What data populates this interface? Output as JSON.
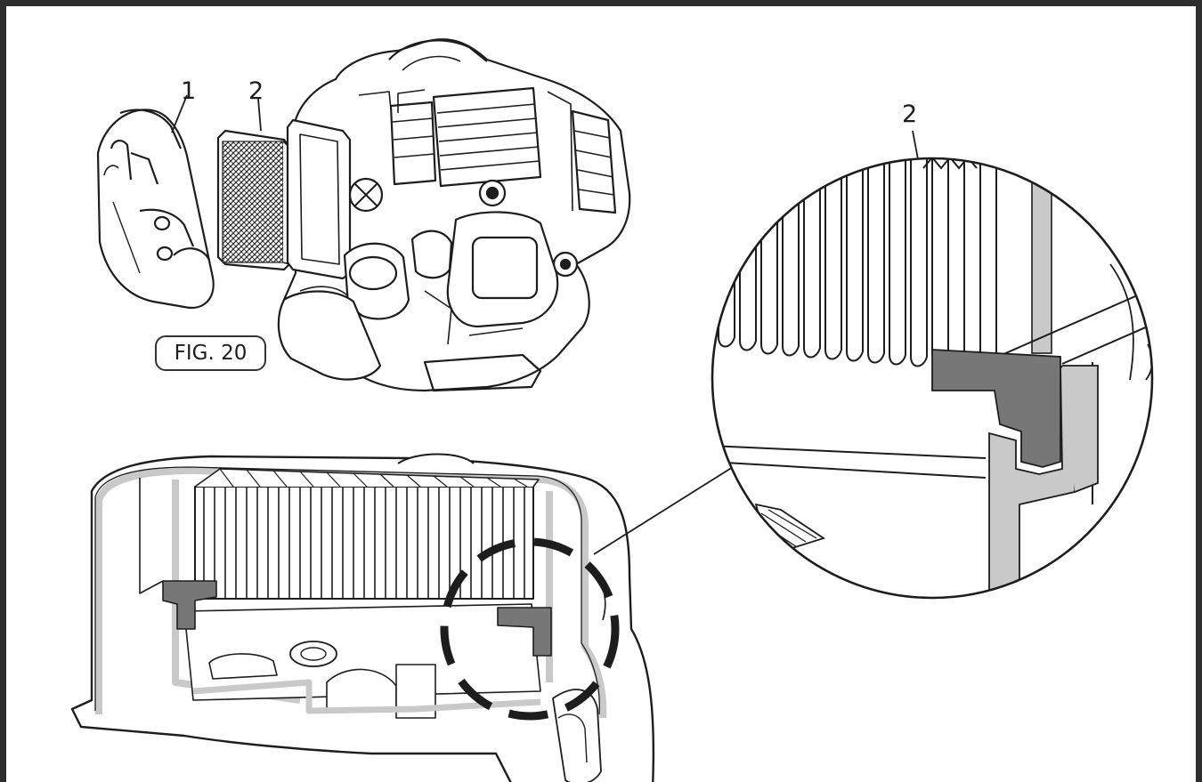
{
  "figure": {
    "label": "FIG. 20",
    "callouts": [
      {
        "id": "1",
        "text": "1"
      },
      {
        "id": "2a",
        "text": "2"
      },
      {
        "id": "2b",
        "text": "2"
      }
    ]
  },
  "colors": {
    "line": "#1d1d1d",
    "seal": "#777777",
    "frame": "#c9c9c9",
    "border": "#2e2e2e"
  }
}
